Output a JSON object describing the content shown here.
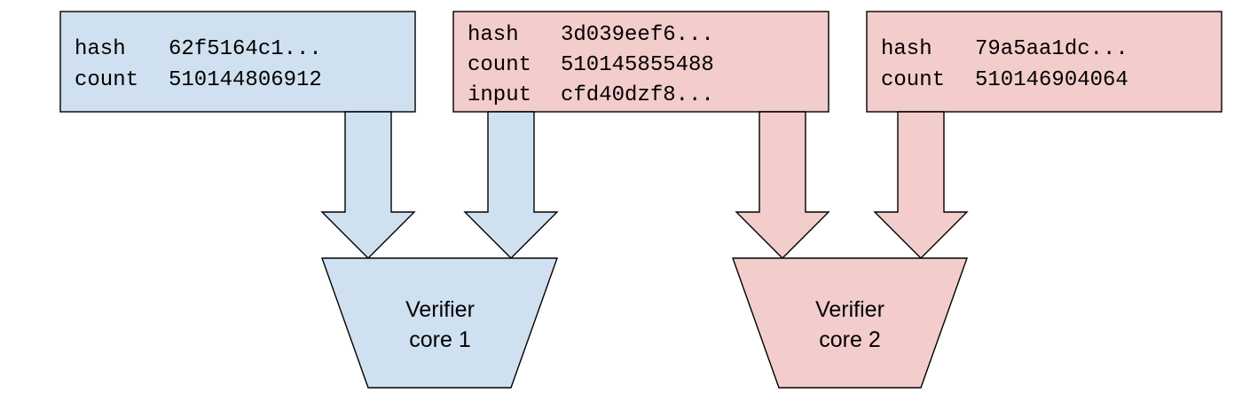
{
  "colors": {
    "blue_fill": "#cfe0f0",
    "red_fill": "#f3cccc",
    "stroke": "#000000"
  },
  "boxes": [
    {
      "fill": "blue",
      "lines": [
        {
          "key": "hash",
          "value": "62f5164c1..."
        },
        {
          "key": "count",
          "value": "510144806912"
        }
      ]
    },
    {
      "fill": "red",
      "lines": [
        {
          "key": "hash",
          "value": "3d039eef6..."
        },
        {
          "key": "count",
          "value": "510145855488"
        },
        {
          "key": "input",
          "value": "cfd40dzf8..."
        }
      ]
    },
    {
      "fill": "red",
      "lines": [
        {
          "key": "hash",
          "value": "79a5aa1dc..."
        },
        {
          "key": "count",
          "value": "510146904064"
        }
      ]
    }
  ],
  "cores": [
    {
      "fill": "blue",
      "line1": "Verifier",
      "line2": "core 1"
    },
    {
      "fill": "red",
      "line1": "Verifier",
      "line2": "core 2"
    }
  ]
}
